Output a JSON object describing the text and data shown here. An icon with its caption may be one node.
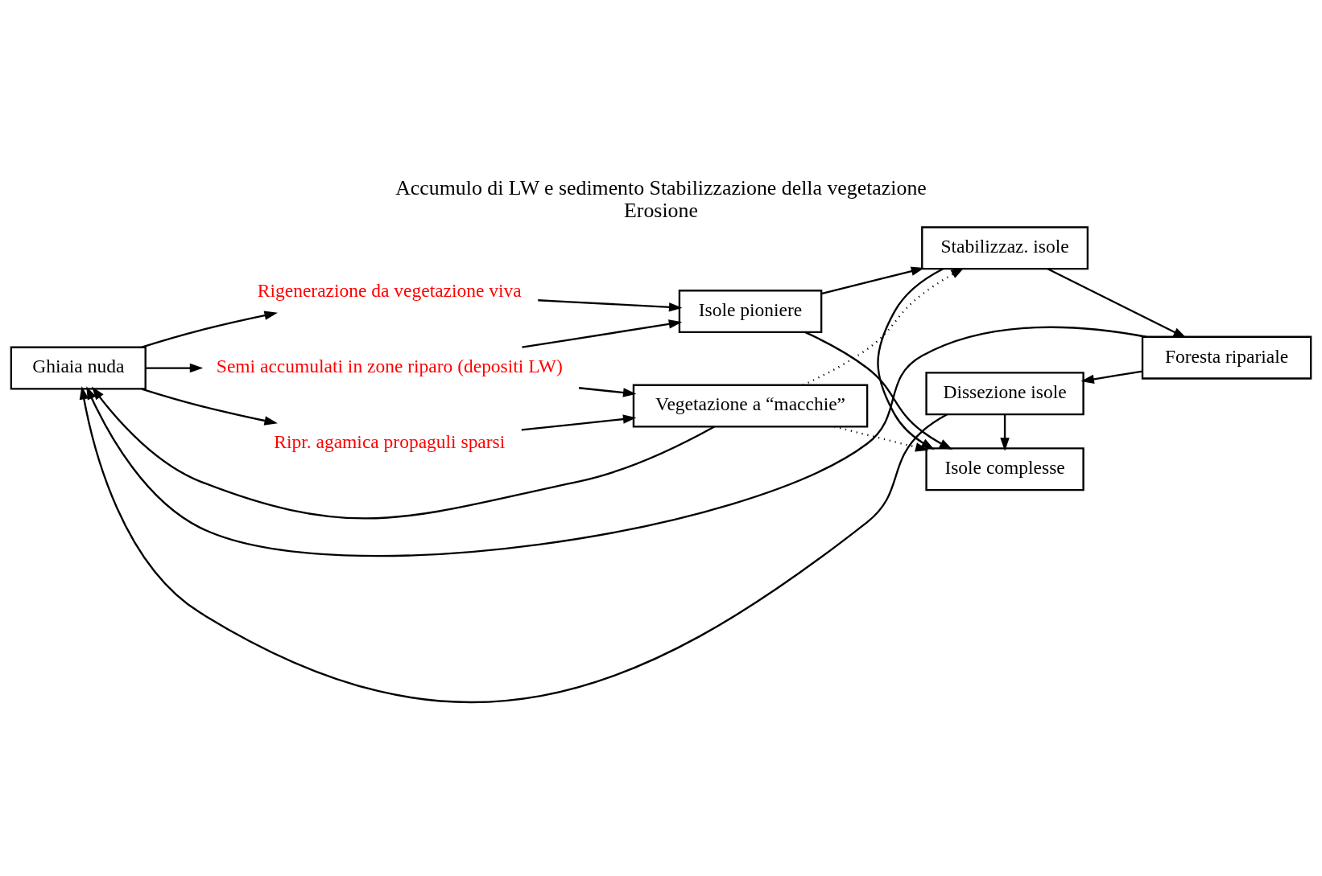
{
  "diagram": {
    "title": "Accumulo di LW e sedimento Stabilizzazione della vegetazione",
    "caption": "Erosione",
    "nodes": [
      {
        "text": [
          "Ghiaia nuda"
        ]
      },
      {
        "text": [
          "Rigenerazione da vegetazione viva"
        ]
      },
      {
        "text": [
          "Isole pioniere"
        ]
      },
      {
        "text": [
          "Semi accumulati in zone riparo (depositi LW)"
        ]
      },
      {
        "text": [
          "Ripr. agamica propaguli sparsi"
        ]
      },
      {
        "text": [
          "Vegetazione a “macchie”"
        ]
      },
      {
        "text": [
          "Stabilizzaz. isole"
        ]
      },
      {
        "text": [
          "Isole complesse"
        ]
      },
      {
        "text": [
          "Foresta ripariale"
        ]
      },
      {
        "text": [
          "Dissezione isole"
        ]
      }
    ],
    "edges": [
      {
        "from": 0,
        "to": 1,
        "arrow": "to"
      },
      {
        "from": 0,
        "to": 3,
        "arrow": "to"
      },
      {
        "from": 0,
        "to": 4,
        "arrow": "to"
      },
      {
        "from": 1,
        "to": 2,
        "arrow": "to"
      },
      {
        "from": 3,
        "to": 2,
        "arrow": "to"
      },
      {
        "from": 3,
        "to": 5,
        "arrow": "to"
      },
      {
        "from": 4,
        "to": 5,
        "arrow": "to"
      },
      {
        "from": 2,
        "to": 6,
        "arrow": "to"
      },
      {
        "from": 2,
        "to": 7,
        "arrow": "to"
      },
      {
        "from": 6,
        "to": 7,
        "arrow": "to"
      },
      {
        "from": 6,
        "to": 8,
        "arrow": "to"
      },
      {
        "from": 5,
        "to": 6,
        "arrow": "to",
        "style": "dashed"
      },
      {
        "from": 5,
        "to": 7,
        "arrow": "to",
        "style": "dashed"
      },
      {
        "from": 9,
        "to": 7,
        "arrow": "to"
      },
      {
        "from": 8,
        "to": 9,
        "arrow": "to"
      },
      {
        "from": 8,
        "to": 0,
        "arrow": "to"
      },
      {
        "from": 9,
        "to": 0,
        "arrow": "to"
      },
      {
        "from": 5,
        "to": 0,
        "arrow": "to"
      }
    ]
  }
}
